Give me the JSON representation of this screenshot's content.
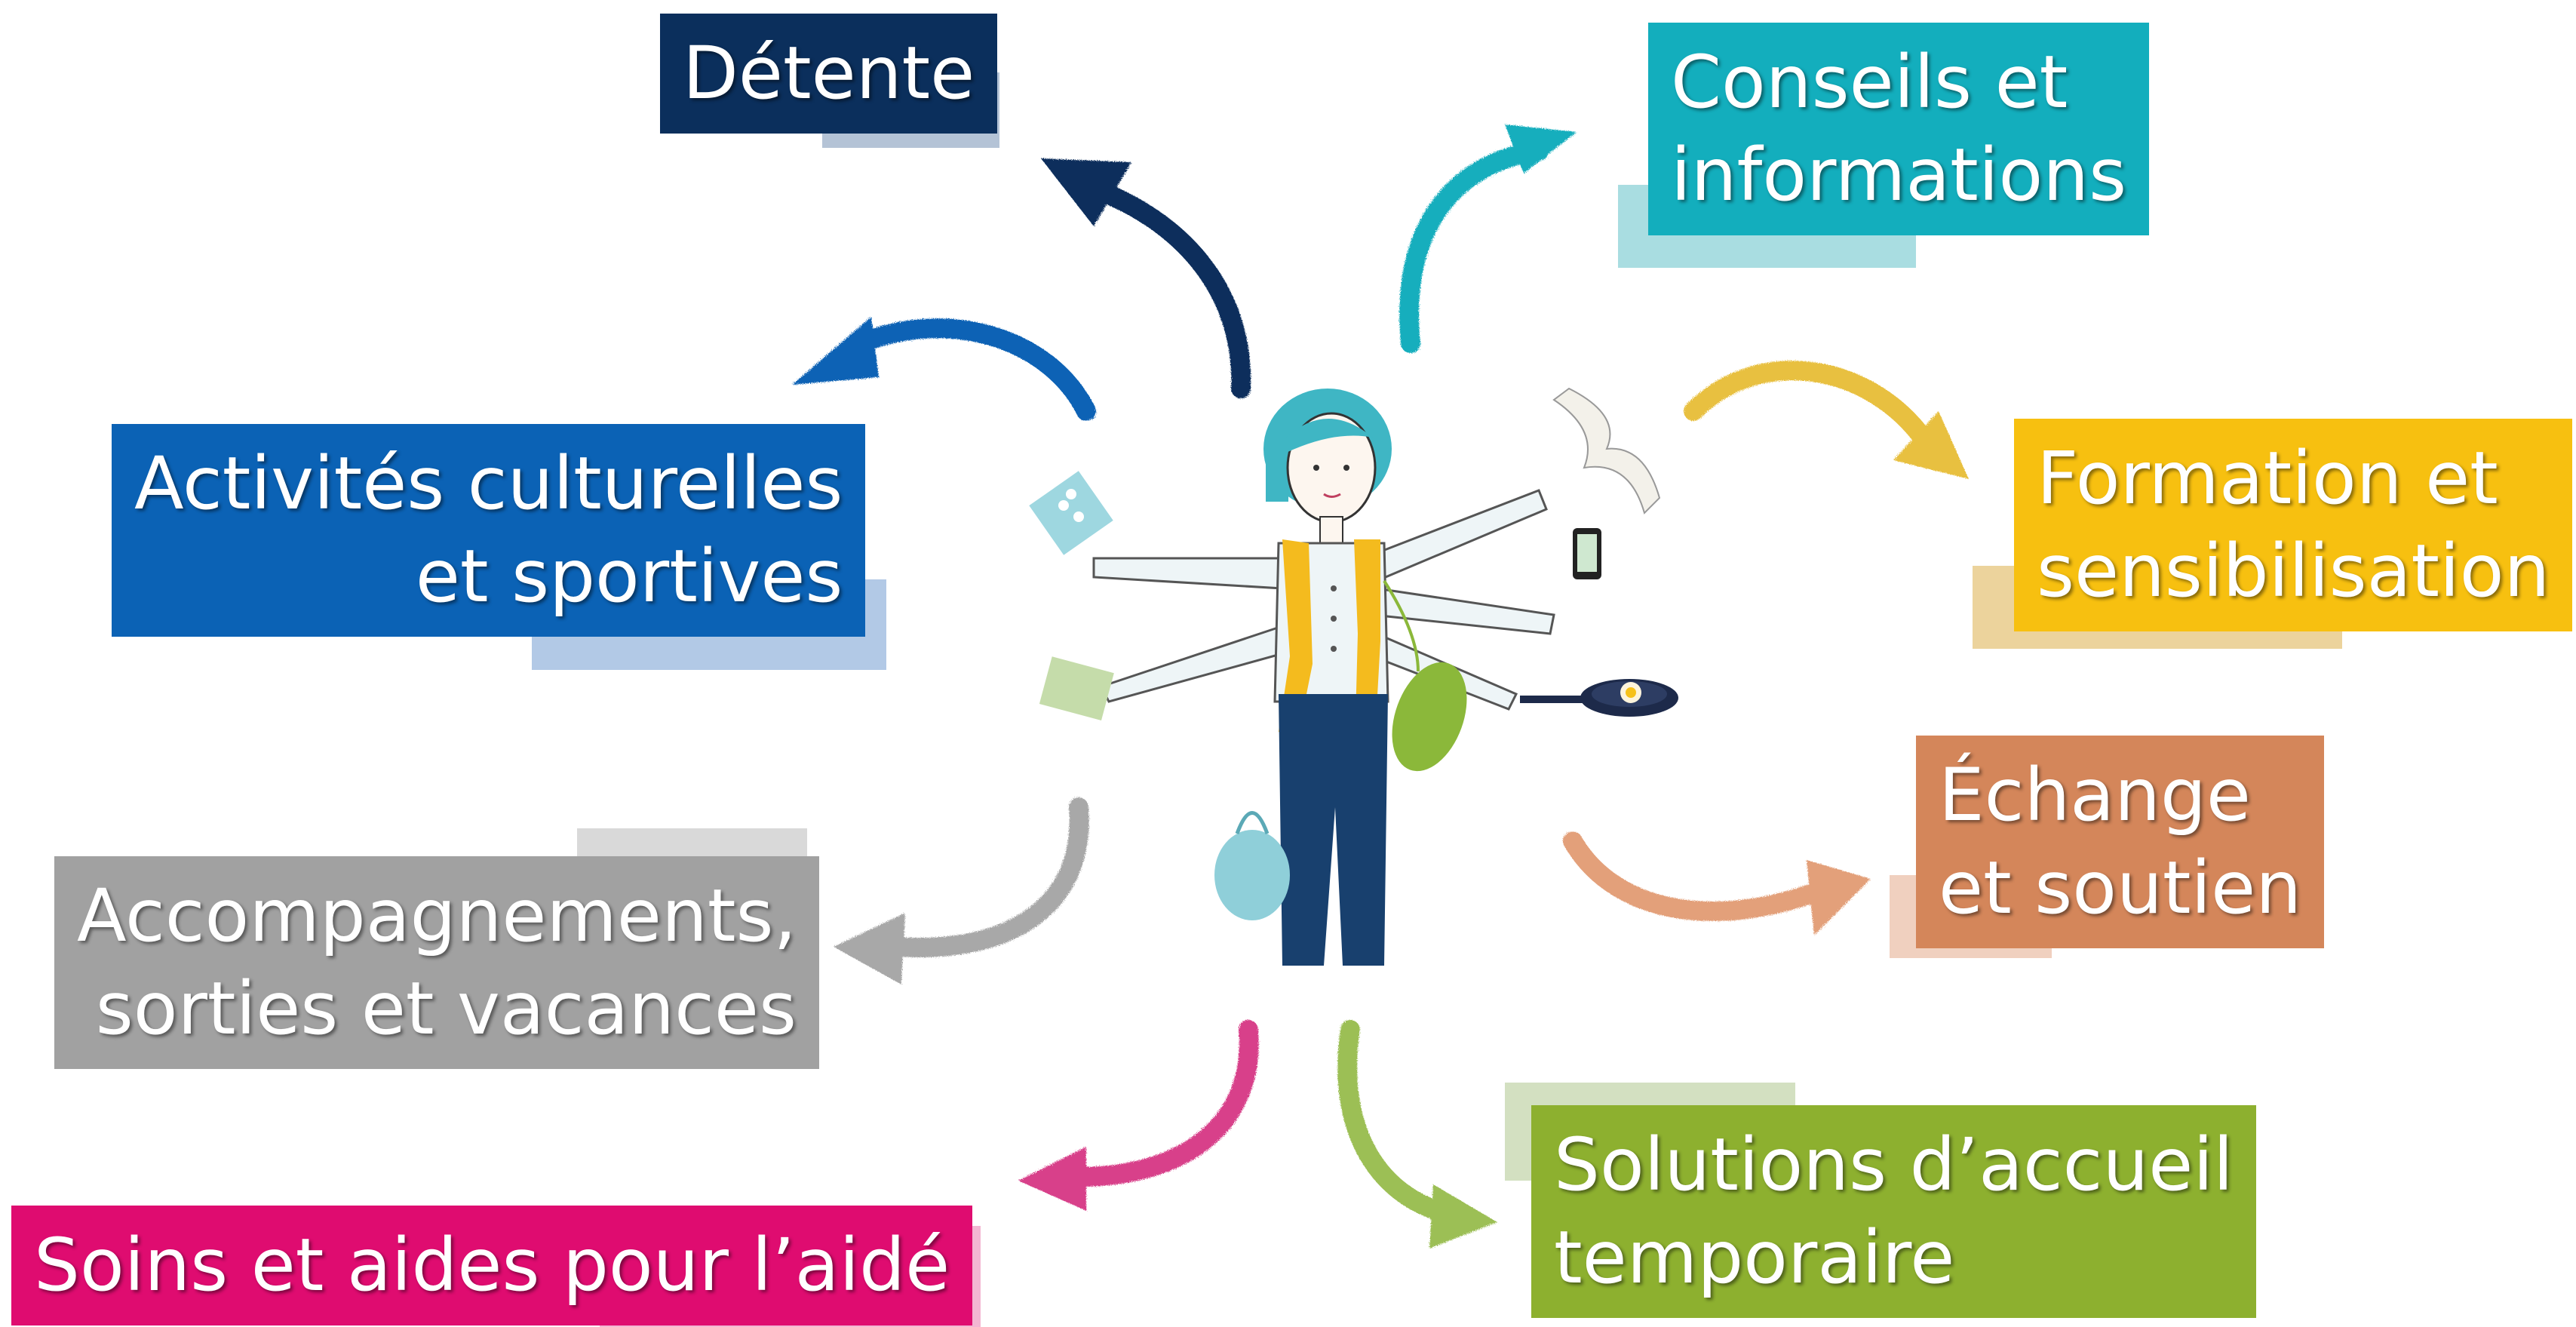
{
  "center_figure": {
    "name": "aidant",
    "icon": "caregiver-many-arms-illustration"
  },
  "topics": [
    {
      "id": "detente",
      "lines": [
        "Détente"
      ],
      "color": "#0b2f5c",
      "shadow": "#b4c3d6"
    },
    {
      "id": "conseils",
      "lines": [
        "Conseils et",
        "informations"
      ],
      "color": "#13aebd",
      "shadow": "#a9dde1"
    },
    {
      "id": "activites",
      "lines": [
        "Activités culturelles",
        "et sportives"
      ],
      "color": "#0b62b5",
      "shadow": "#b2c9e6"
    },
    {
      "id": "formation",
      "lines": [
        "Formation et",
        "sensibilisation"
      ],
      "color": "#f7c010",
      "shadow": "#ecd39c"
    },
    {
      "id": "echange",
      "lines": [
        "Échange",
        "et soutien"
      ],
      "color": "#d4865a",
      "shadow": "#f0d0bf"
    },
    {
      "id": "accompagnements",
      "lines": [
        "Accompagnements,",
        "sorties et vacances"
      ],
      "color": "#a1a1a1",
      "shadow": "#d9d9d9"
    },
    {
      "id": "solutions",
      "lines": [
        "Solutions d’accueil",
        "temporaire"
      ],
      "color": "#8db02f",
      "shadow": "#d3e0c1"
    },
    {
      "id": "soins",
      "lines": [
        "Soins et aides pour l’aidé"
      ],
      "color": "#df0c70",
      "shadow": "#f3b6d2"
    }
  ]
}
